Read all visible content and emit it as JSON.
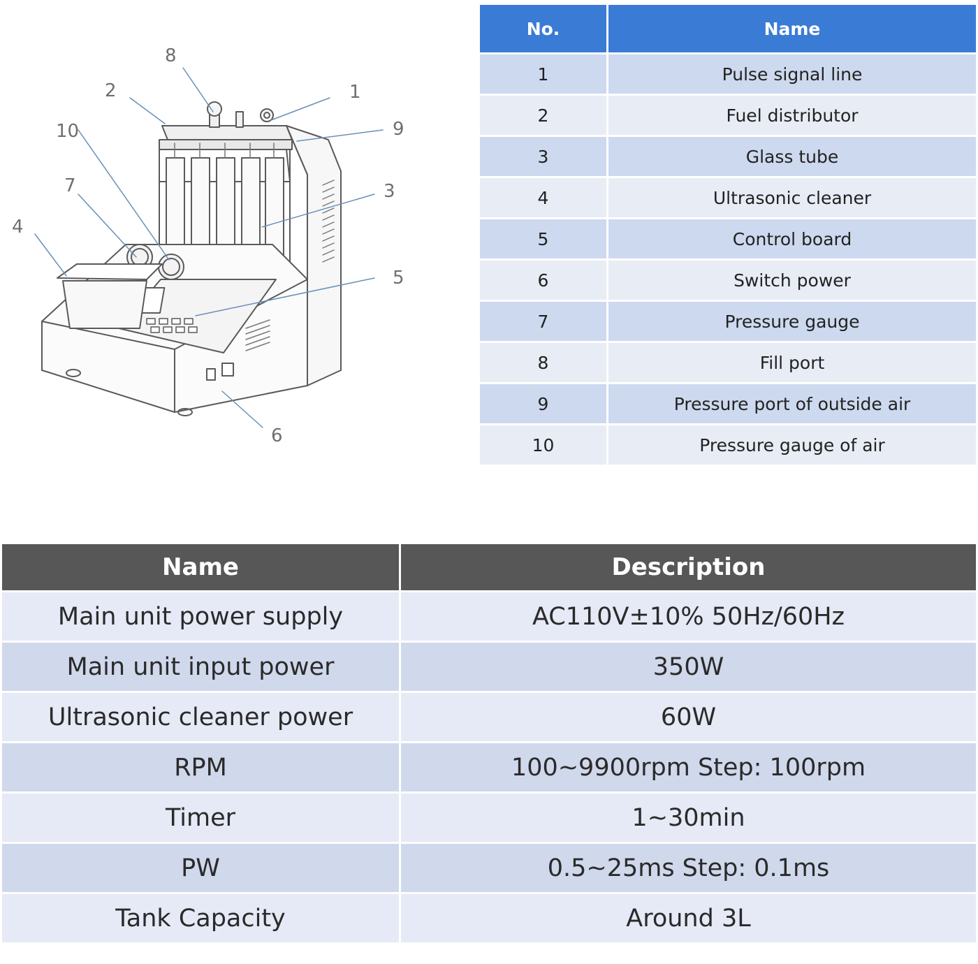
{
  "diagram": {
    "callouts": [
      "8",
      "2",
      "1",
      "10",
      "9",
      "7",
      "3",
      "4",
      "5",
      "6"
    ]
  },
  "parts_table": {
    "headers": {
      "no": "No.",
      "name": "Name"
    },
    "rows": [
      {
        "no": "1",
        "name": "Pulse signal line"
      },
      {
        "no": "2",
        "name": "Fuel distributor"
      },
      {
        "no": "3",
        "name": "Glass tube"
      },
      {
        "no": "4",
        "name": "Ultrasonic cleaner"
      },
      {
        "no": "5",
        "name": "Control board"
      },
      {
        "no": "6",
        "name": "Switch power"
      },
      {
        "no": "7",
        "name": "Pressure gauge"
      },
      {
        "no": "8",
        "name": "Fill port"
      },
      {
        "no": "9",
        "name": "Pressure port of outside air"
      },
      {
        "no": "10",
        "name": "Pressure gauge of air"
      }
    ],
    "colors": {
      "header": "#3a7bd5",
      "row_dark": "#cdd9ee",
      "row_light": "#e8ecf5"
    }
  },
  "specs_table": {
    "headers": {
      "name": "Name",
      "description": "Description"
    },
    "rows": [
      {
        "name": "Main unit power supply",
        "description": "AC110V±10% 50Hz/60Hz"
      },
      {
        "name": "Main unit input power",
        "description": "350W"
      },
      {
        "name": "Ultrasonic cleaner power",
        "description": "60W"
      },
      {
        "name": "RPM",
        "description": "100~9900rpm Step: 100rpm"
      },
      {
        "name": "Timer",
        "description": "1~30min"
      },
      {
        "name": "PW",
        "description": "0.5~25ms Step: 0.1ms"
      },
      {
        "name": "Tank Capacity",
        "description": "Around 3L"
      }
    ],
    "colors": {
      "header": "#575757",
      "row_light": "#e6eaf6",
      "row_dark": "#d0d8ec"
    }
  }
}
